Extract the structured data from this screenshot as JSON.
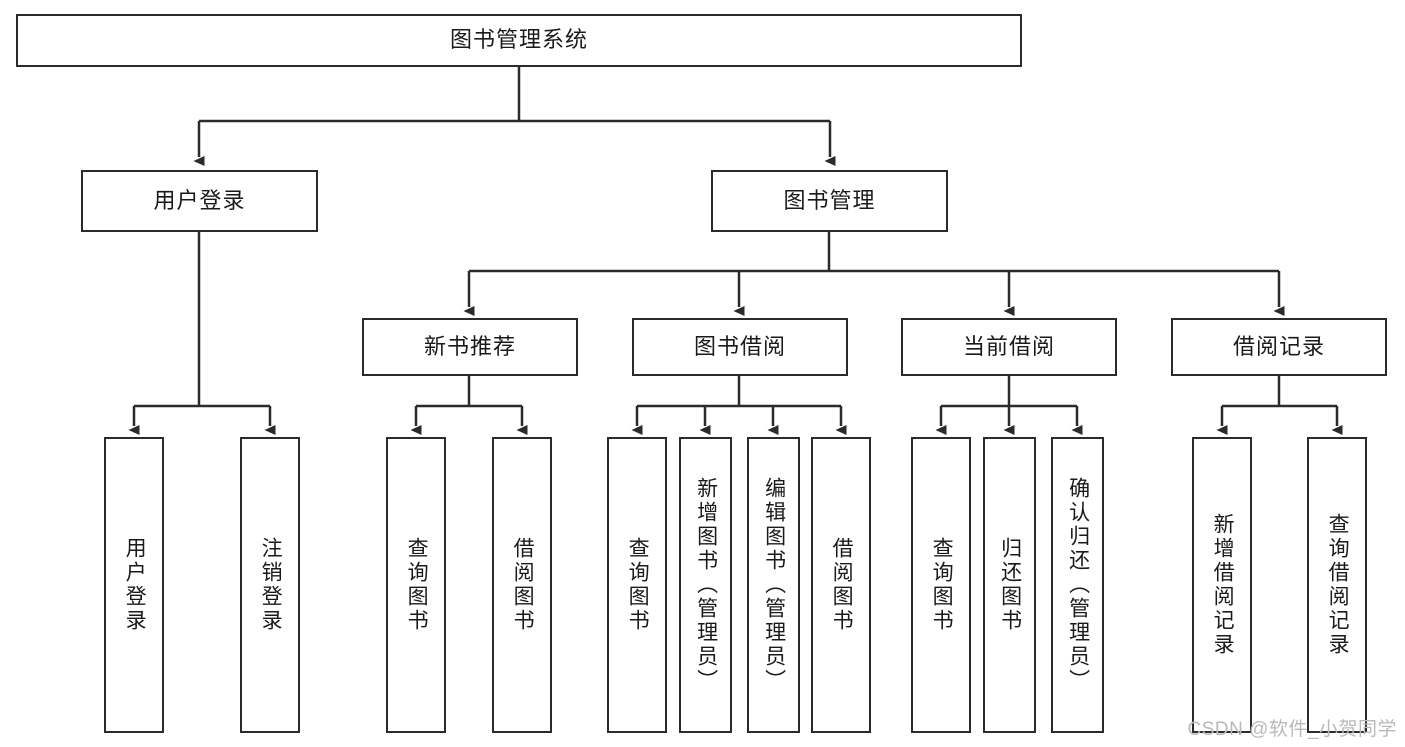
{
  "diagram": {
    "type": "tree-hierarchy-diagram",
    "title": "图书管理系统",
    "watermark": "CSDN @软件_小贺同学",
    "colors": {
      "stroke": "#2b2b2b",
      "fill": "#ffffff",
      "text": "#1a1a1a",
      "watermark": "#b9b9b9"
    },
    "levels": {
      "level1": [
        {
          "id": "root",
          "label": "图书管理系统",
          "orientation": "horizontal"
        }
      ],
      "level2": [
        {
          "id": "user-login",
          "label": "用户登录",
          "orientation": "horizontal"
        },
        {
          "id": "book-management",
          "label": "图书管理",
          "orientation": "horizontal"
        }
      ],
      "level3": [
        {
          "id": "new-book-recommend",
          "label": "新书推荐",
          "orientation": "horizontal"
        },
        {
          "id": "book-borrow",
          "label": "图书借阅",
          "orientation": "horizontal"
        },
        {
          "id": "current-borrow",
          "label": "当前借阅",
          "orientation": "horizontal"
        },
        {
          "id": "borrow-record",
          "label": "借阅记录",
          "orientation": "horizontal"
        }
      ],
      "level4": [
        {
          "id": "leaf-user-login",
          "label": "用户登录",
          "orientation": "vertical",
          "parent": "user-login"
        },
        {
          "id": "leaf-logout-login",
          "label": "注销登录",
          "orientation": "vertical",
          "parent": "user-login"
        },
        {
          "id": "leaf-query-book-1",
          "label": "查询图书",
          "orientation": "vertical",
          "parent": "new-book-recommend"
        },
        {
          "id": "leaf-borrow-book-1",
          "label": "借阅图书",
          "orientation": "vertical",
          "parent": "new-book-recommend"
        },
        {
          "id": "leaf-query-book-2",
          "label": "查询图书",
          "orientation": "vertical",
          "parent": "book-borrow"
        },
        {
          "id": "leaf-add-book",
          "label": "新增图书（管理员）",
          "orientation": "vertical",
          "parent": "book-borrow"
        },
        {
          "id": "leaf-edit-book",
          "label": "编辑图书（管理员）",
          "orientation": "vertical",
          "parent": "book-borrow"
        },
        {
          "id": "leaf-borrow-book-2",
          "label": "借阅图书",
          "orientation": "vertical",
          "parent": "book-borrow"
        },
        {
          "id": "leaf-query-book-3",
          "label": "查询图书",
          "orientation": "vertical",
          "parent": "current-borrow"
        },
        {
          "id": "leaf-return-book",
          "label": "归还图书",
          "orientation": "vertical",
          "parent": "current-borrow"
        },
        {
          "id": "leaf-confirm-return",
          "label": "确认归还（管理员）",
          "orientation": "vertical",
          "parent": "current-borrow"
        },
        {
          "id": "leaf-add-record",
          "label": "新增借阅记录",
          "orientation": "vertical",
          "parent": "borrow-record"
        },
        {
          "id": "leaf-query-record",
          "label": "查询借阅记录",
          "orientation": "vertical",
          "parent": "borrow-record"
        }
      ]
    }
  }
}
